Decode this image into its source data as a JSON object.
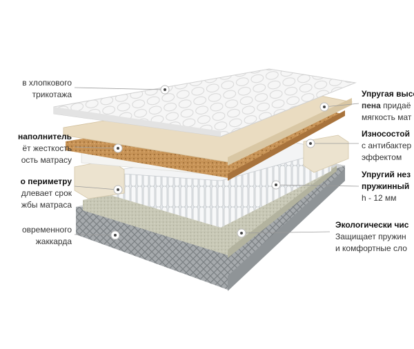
{
  "callouts_left": [
    {
      "id": "cover",
      "lines": [
        {
          "t": "в хлопкового",
          "b": false
        },
        {
          "t": "трикотажа",
          "b": false
        }
      ]
    },
    {
      "id": "coir",
      "lines": [
        {
          "t": "наполнитель",
          "b": true
        },
        {
          "t": "ёт жесткость",
          "b": false
        },
        {
          "t": "ость матрасу",
          "b": false
        }
      ]
    },
    {
      "id": "perimeter",
      "lines": [
        {
          "t": "о периметру",
          "b": true
        },
        {
          "t": "длевает срок",
          "b": false
        },
        {
          "t": "жбы матраса",
          "b": false
        }
      ]
    },
    {
      "id": "jacquard",
      "lines": [
        {
          "t": "овременного",
          "b": false
        },
        {
          "t": "жаккарда",
          "b": false
        }
      ]
    }
  ],
  "callouts_right": [
    {
      "id": "foam",
      "lines": [
        {
          "t": "Упругая высо",
          "b": true
        },
        {
          "t": "пена",
          "b": true,
          "rest": " придаё"
        },
        {
          "t": "мягкость мат",
          "b": false
        }
      ]
    },
    {
      "id": "antibac",
      "lines": [
        {
          "t": "Износостой",
          "b": true
        },
        {
          "t": "с антибактер",
          "b": false
        },
        {
          "t": "эффектом",
          "b": false
        }
      ]
    },
    {
      "id": "springs",
      "lines": [
        {
          "t": "Упругий нез",
          "b": true
        },
        {
          "t": "пружинный",
          "b": true
        },
        {
          "t": "h - 12 мм",
          "b": false
        }
      ]
    },
    {
      "id": "eco",
      "lines": [
        {
          "t": "Экологически чис",
          "b": true
        },
        {
          "t": "Защищает пружин",
          "b": false
        },
        {
          "t": "и комфортные сло",
          "b": false
        }
      ]
    }
  ],
  "colors": {
    "marker": "#ffffff",
    "marker_dot": "#444444",
    "leader": "#9a9a9a",
    "quilt": "#f2f2f2",
    "foam": "#eadcc4",
    "coir": "#c8955a",
    "springs": "#e9ecee",
    "felt": "#c9c9b8",
    "jacquard": "#9ea3a6"
  }
}
